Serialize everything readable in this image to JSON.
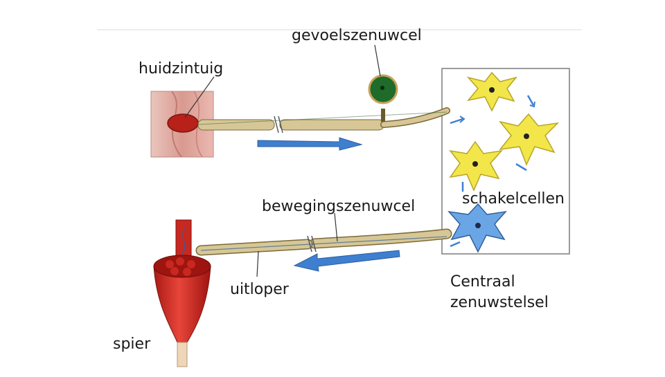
{
  "labels": {
    "sensory_neuron": "gevoelszenuwcel",
    "skin_sense_organ": "huidzintuig",
    "motor_neuron": "bewegingszenuwcel",
    "interneurons": "schakelcellen",
    "axon": "uitloper",
    "cns_line1": "Centraal",
    "cns_line2": "zenuwstelsel",
    "muscle": "spier"
  },
  "colors": {
    "sensory_soma": "#1f6b2a",
    "interneuron": "#f2e64a",
    "motor_neuron": "#6aa6e6",
    "arrow": "#3f7fd0",
    "muscle": "#d8322a",
    "skin": "#e7b7ae",
    "receptor": "#b8201a",
    "myelin": "#d7c796"
  }
}
